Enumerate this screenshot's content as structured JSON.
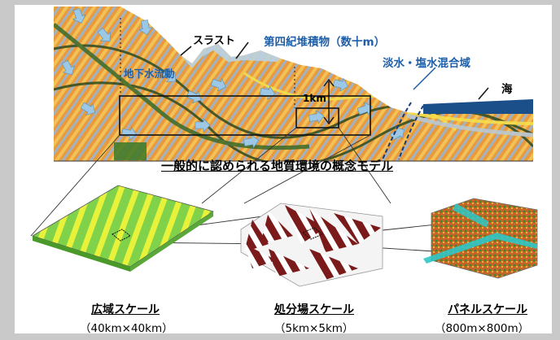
{
  "geology": {
    "labels": {
      "thrust": "スラスト",
      "quaternary": "第四紀堆積物（数十m）",
      "groundwater": "地下水流動",
      "mixing": "淡水・塩水混合域",
      "sea": "海",
      "scale_bar": "1km"
    },
    "model_title": "一般的に認められる地質環境の概念モデル"
  },
  "scales": [
    {
      "name": "広域スケール",
      "size": "（40km×40km）"
    },
    {
      "name": "処分場スケール",
      "size": "（5km×5km）"
    },
    {
      "name": "パネルスケール",
      "size": "（800m×800m）"
    }
  ],
  "colors": {
    "sea": "#1a4f8a",
    "label_blue": "#1f5fa8",
    "regional_green": "#7fd24a",
    "regional_yellow": "#e8f23a",
    "site_red": "#7a1a1a",
    "panel_cyan": "#2ec7c7"
  }
}
